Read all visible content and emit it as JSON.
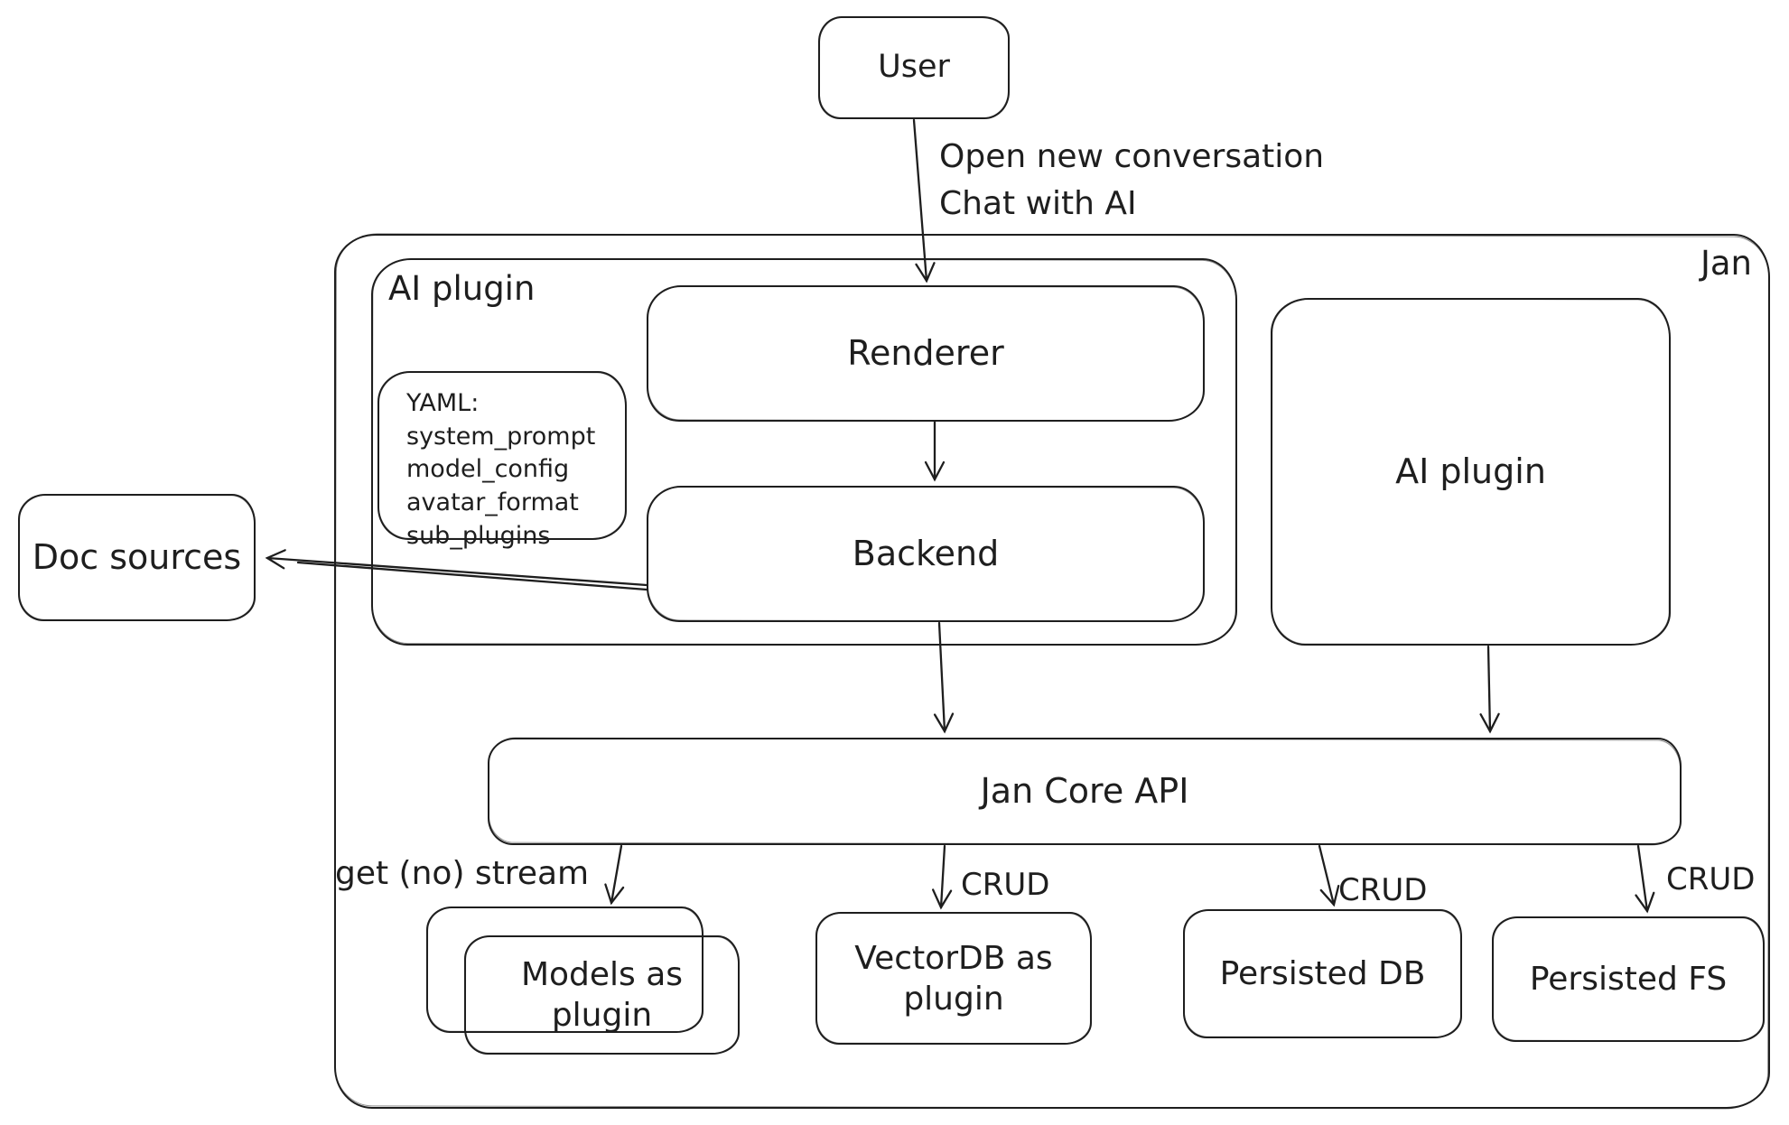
{
  "diagram": {
    "background": "#ffffff",
    "stroke_color": "#1e1e1e",
    "nodes": {
      "user": {
        "label": "User"
      },
      "jan_container": {
        "label": "Jan"
      },
      "ai_plugin_container": {
        "label": "AI plugin"
      },
      "renderer": {
        "label": "Renderer"
      },
      "backend": {
        "label": "Backend"
      },
      "yaml_note": {
        "text": "YAML:\nsystem_prompt\nmodel_config\navatar_format\nsub_plugins"
      },
      "ai_plugin_right": {
        "label": "AI plugin"
      },
      "doc_sources": {
        "label": "Doc sources"
      },
      "jan_core_api": {
        "label": "Jan Core API"
      },
      "models_as_plugin": {
        "label": "Models as plugin"
      },
      "vectordb_as_plugin": {
        "label": "VectorDB as plugin"
      },
      "persisted_db": {
        "label": "Persisted DB"
      },
      "persisted_fs": {
        "label": "Persisted FS"
      }
    },
    "edge_labels": {
      "user_to_renderer": "Open new conversation\nChat with AI",
      "api_to_models": "get (no) stream",
      "api_to_vectordb": "CRUD",
      "api_to_persisted_db": "CRUD",
      "api_to_persisted_fs": "CRUD"
    }
  }
}
